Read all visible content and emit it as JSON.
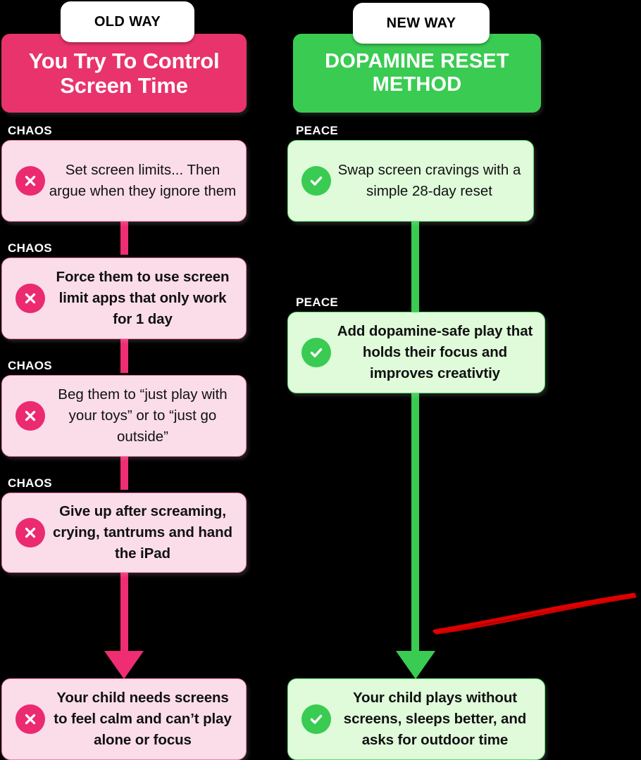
{
  "columns": {
    "left": {
      "pill_label": "OLD WAY",
      "header_title": "You Try To Control Screen Time",
      "step_label": "CHAOS",
      "icon": "x-circle-icon",
      "accent": "#E8336D",
      "rail_color": "#EE2D72",
      "card_fill": "#FBDDE9",
      "card_border": "#F47FAE",
      "steps": [
        {
          "label": "CHAOS",
          "text": "Set screen limits... Then argue when they ignore them",
          "bold": false
        },
        {
          "label": "CHAOS",
          "text": "Force them to use screen limit apps that only work for 1 day",
          "bold": true
        },
        {
          "label": "CHAOS",
          "text": "Beg them to “just play with your toys” or to “just go outside”",
          "bold": false
        },
        {
          "label": "CHAOS",
          "text": "Give up after screaming, crying, tantrums and hand the iPad",
          "bold": true
        }
      ],
      "outcome": {
        "text": "Your child needs screens to feel calm and can’t play alone or focus",
        "bold": true
      }
    },
    "right": {
      "pill_label": "NEW WAY",
      "header_title": "DOPAMINE RESET METHOD",
      "step_label": "PEACE",
      "icon": "check-circle-icon",
      "accent": "#3ACB52",
      "rail_color": "#3ACB52",
      "card_fill": "#DFFBDA",
      "card_border": "#5FDB6E",
      "steps": [
        {
          "label": "PEACE",
          "text": "Swap screen cravings with a simple 28-day reset",
          "bold": false
        },
        {
          "label": "PEACE",
          "text": "Add dopamine-safe play that holds their focus and improves creativtiy",
          "bold": true
        }
      ],
      "outcome": {
        "text": "Your child plays without screens, sleeps better, and asks for outdoor time",
        "bold": true
      }
    }
  },
  "annotation": {
    "name": "red-underline-scribble",
    "color": "#E00000"
  },
  "background_color": "#000000"
}
